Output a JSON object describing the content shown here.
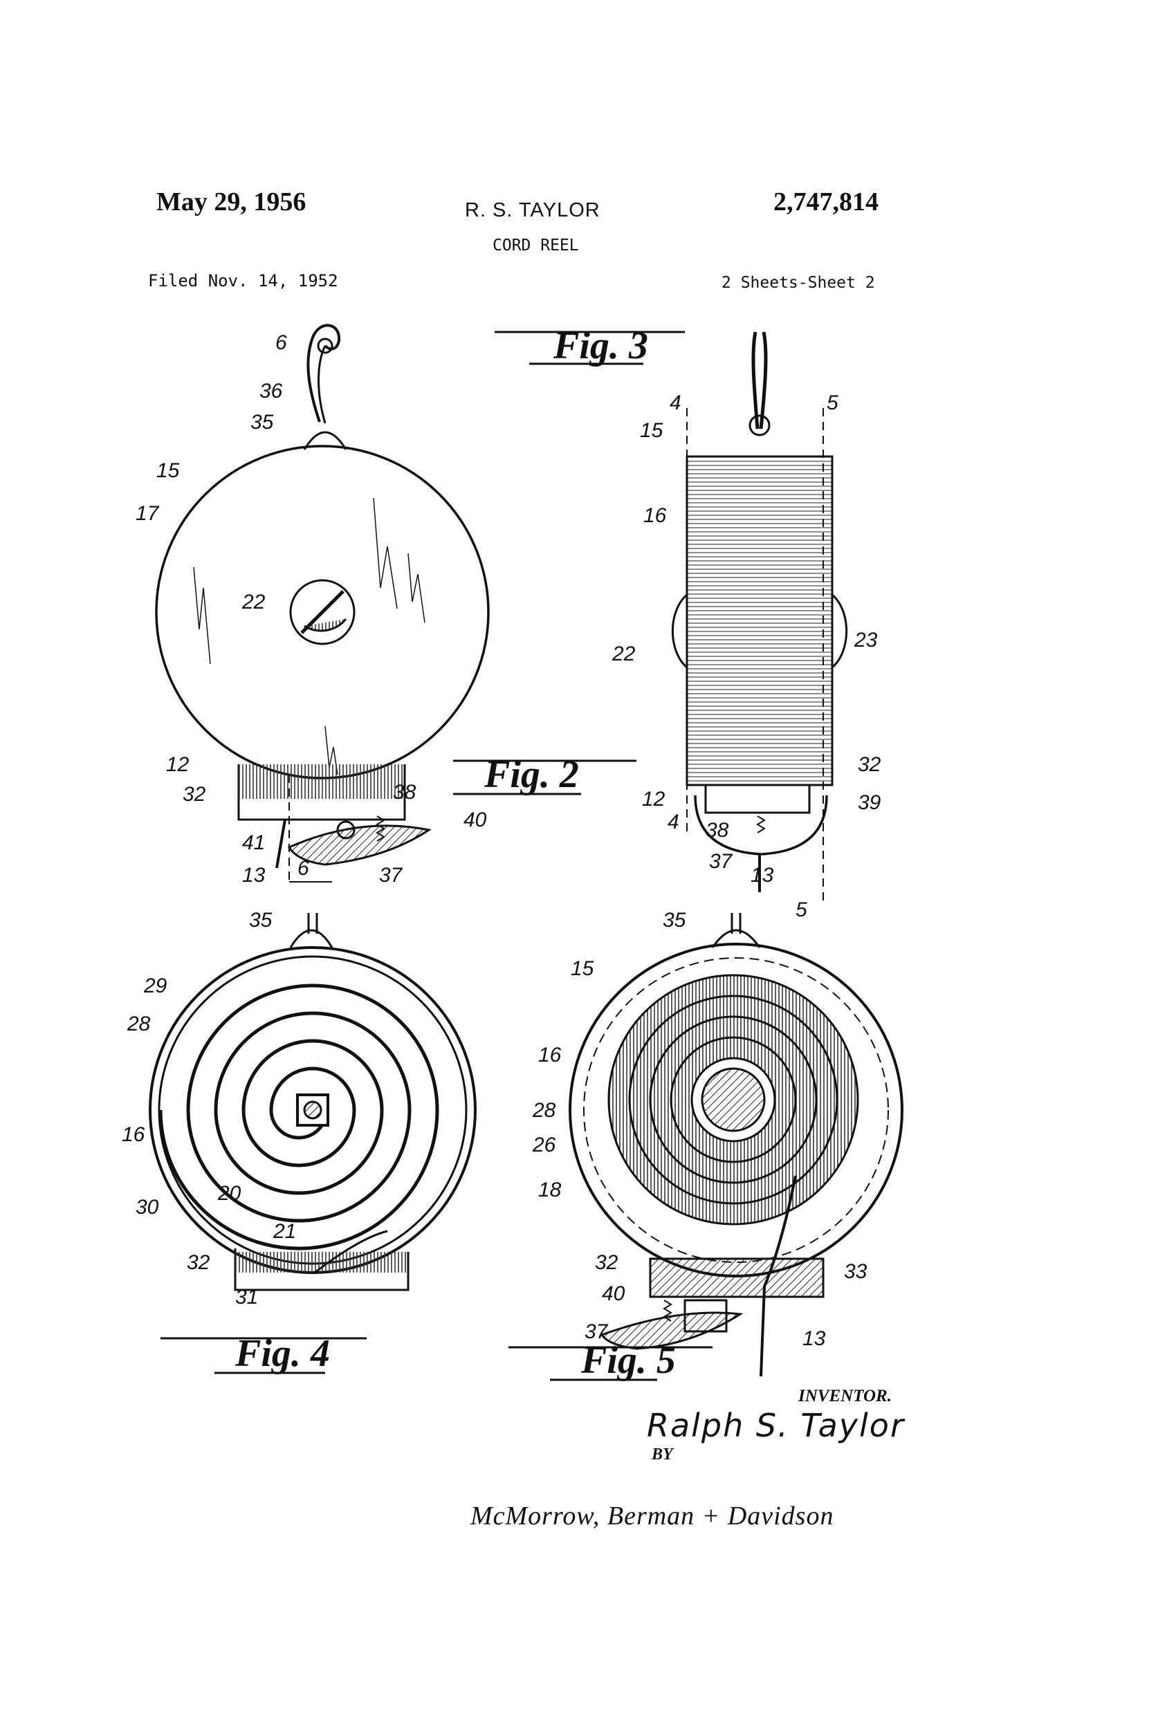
{
  "header": {
    "date": "May 29, 1956",
    "inventor_short": "R. S. TAYLOR",
    "patent_number": "2,747,814",
    "title": "CORD REEL",
    "filed": "Filed Nov. 14, 1952",
    "sheets": "2 Sheets-Sheet 2"
  },
  "figures": {
    "fig2": {
      "label": "Fig. 2",
      "refs": [
        "6",
        "36",
        "35",
        "15",
        "17",
        "22",
        "12",
        "32",
        "38",
        "40",
        "41",
        "13",
        "6",
        "37"
      ]
    },
    "fig3": {
      "label": "Fig. 3",
      "refs": [
        "4",
        "5",
        "15",
        "16",
        "22",
        "23",
        "32",
        "12",
        "39",
        "38",
        "4",
        "37",
        "13",
        "5"
      ]
    },
    "fig4": {
      "label": "Fig. 4",
      "refs": [
        "35",
        "29",
        "28",
        "16",
        "20",
        "30",
        "21",
        "32",
        "31"
      ]
    },
    "fig5": {
      "label": "Fig. 5",
      "refs": [
        "35",
        "15",
        "16",
        "28",
        "26",
        "18",
        "32",
        "33",
        "40",
        "37",
        "13"
      ]
    }
  },
  "footer": {
    "inventor_label": "INVENTOR.",
    "inventor_name": "Ralph S. Taylor",
    "by": "BY",
    "attorneys": "McMorrow, Berman + Davidson"
  }
}
